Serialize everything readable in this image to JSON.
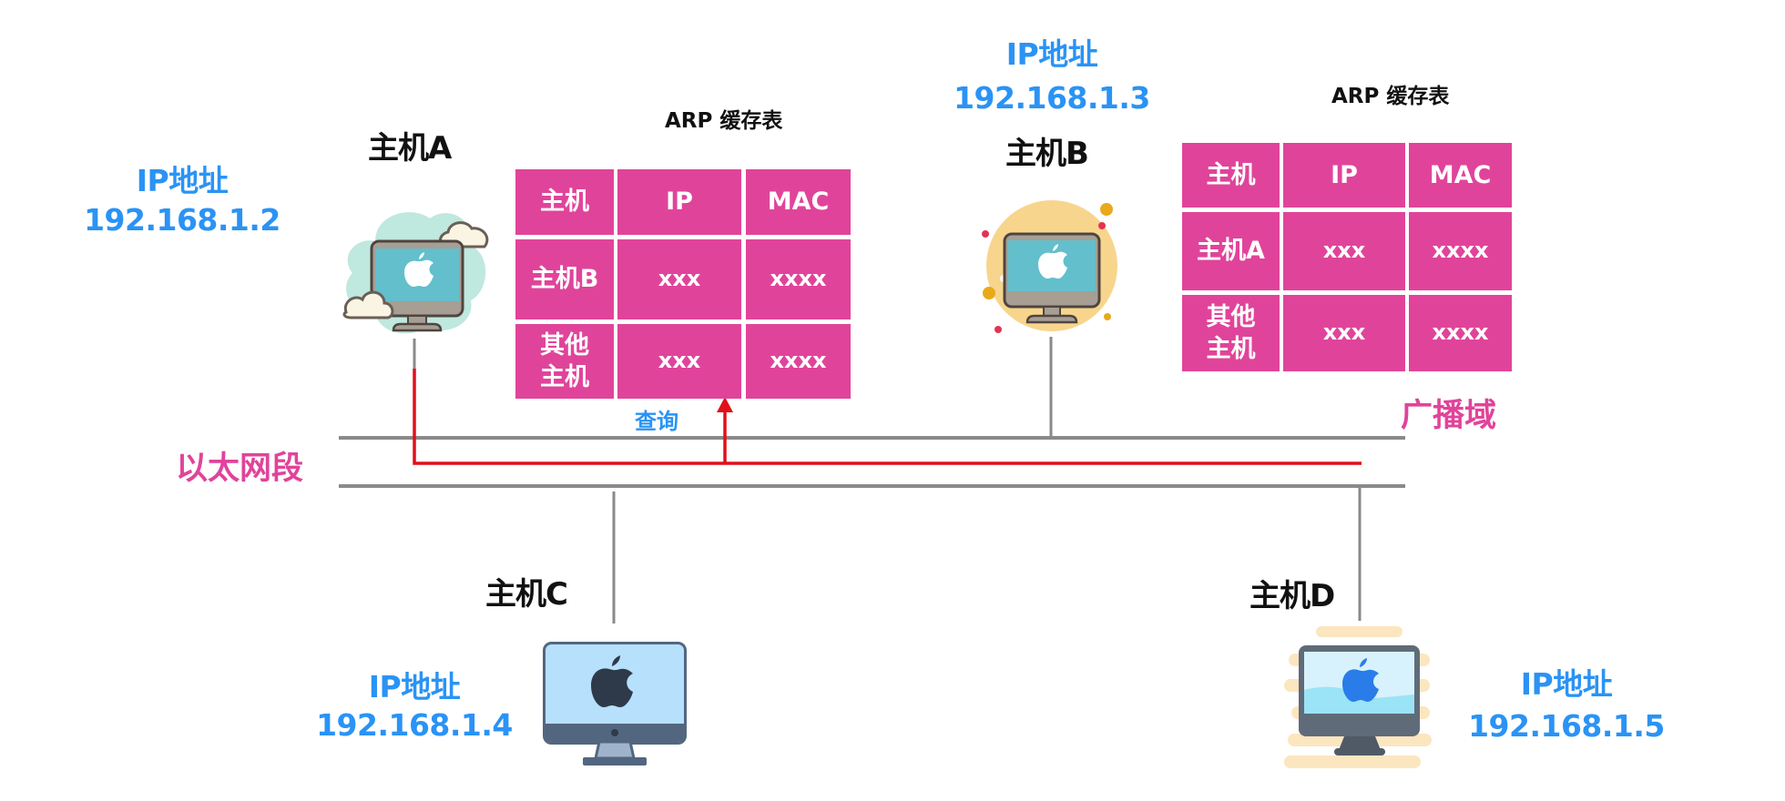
{
  "network": {
    "segment_label": "以太网段",
    "broadcast_label": "广播域",
    "query_label": "查询",
    "colors": {
      "table": "#e0449a",
      "ip_text": "#2a93f5",
      "segment_line": "#8a8a8a",
      "request_path": "#e0101a",
      "label_pink": "#e0449a"
    }
  },
  "hosts": {
    "a": {
      "name": "主机A",
      "ip_label": "IP地址",
      "ip": "192.168.1.2",
      "icon": "monitor-cloud-icon"
    },
    "b": {
      "name": "主机B",
      "ip_label": "IP地址",
      "ip": "192.168.1.3",
      "icon": "monitor-circle-icon"
    },
    "c": {
      "name": "主机C",
      "ip_label": "IP地址",
      "ip": "192.168.1.4",
      "icon": "imac-icon"
    },
    "d": {
      "name": "主机D",
      "ip_label": "IP地址",
      "ip": "192.168.1.5",
      "icon": "imac-blue-icon"
    }
  },
  "arp_tables": {
    "a": {
      "title": "ARP  缓存表",
      "headers": [
        "主机",
        "IP",
        "MAC"
      ],
      "rows": [
        [
          "主机B",
          "xxx",
          "xxxx"
        ],
        [
          "其他\n主机",
          "xxx",
          "xxxx"
        ]
      ]
    },
    "b": {
      "title": "ARP  缓存表",
      "headers": [
        "主机",
        "IP",
        "MAC"
      ],
      "rows": [
        [
          "主机A",
          "xxx",
          "xxxx"
        ],
        [
          "其他\n主机",
          "xxx",
          "xxxx"
        ]
      ]
    }
  }
}
